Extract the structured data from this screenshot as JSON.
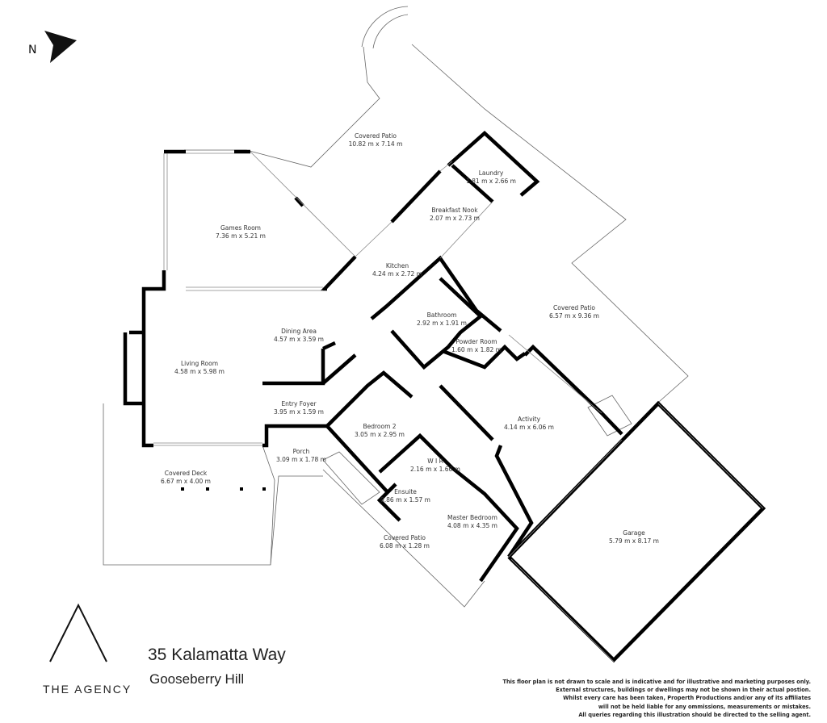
{
  "rooms": [
    {
      "name": "Covered Patio",
      "dims": "10.82 m x 7.14 m"
    },
    {
      "name": "Laundry",
      "dims": "1.81 m x 2.66 m"
    },
    {
      "name": "Breakfast Nook",
      "dims": "2.07 m x 2.73 m"
    },
    {
      "name": "Games Room",
      "dims": "7.36 m x 5.21 m"
    },
    {
      "name": "Kitchen",
      "dims": "4.24 m x 2.72 m"
    },
    {
      "name": "Covered Patio",
      "dims": "6.57 m x 9.36 m"
    },
    {
      "name": "Bathroom",
      "dims": "2.92 m x 1.91 m"
    },
    {
      "name": "Dining Area",
      "dims": "4.57 m x 3.59 m"
    },
    {
      "name": "Powder Room",
      "dims": "1.60 m x 1.82 m"
    },
    {
      "name": "Living Room",
      "dims": "4.58 m x 5.98 m"
    },
    {
      "name": "Entry Foyer",
      "dims": "3.95 m x 1.59 m"
    },
    {
      "name": "Activity",
      "dims": "4.14 m x 6.06 m"
    },
    {
      "name": "Bedroom 2",
      "dims": "3.05 m x 2.95 m"
    },
    {
      "name": "Porch",
      "dims": "3.09 m x 1.78 m"
    },
    {
      "name": "W I R",
      "dims": "2.16 m x 1.60 m"
    },
    {
      "name": "Covered Deck",
      "dims": "6.67 m x 4.00 m"
    },
    {
      "name": "Ensuite",
      "dims": "0.86 m x 1.57 m"
    },
    {
      "name": "Master Bedroom",
      "dims": "4.08 m x 4.35 m"
    },
    {
      "name": "Garage",
      "dims": "5.79 m x 8.17 m"
    },
    {
      "name": "Covered Patio",
      "dims": "6.08 m x 1.28 m"
    }
  ],
  "address": {
    "street": "35 Kalamatta Way",
    "suburb": "Gooseberry Hill"
  },
  "brand": {
    "name": "THE AGENCY"
  },
  "compass": {
    "label": "N"
  },
  "disclaimer": [
    "This floor plan is not drawn to scale and is indicative and for illustrative and marketing purposes only.",
    "External structures, buildings or dwellings may not be shown in their actual postion.",
    "Whilst every care has been taken, Properth Productions and/or any of its affiliates",
    "will not be held liable for any ommissions, measurements or mistakes.",
    "All queries regarding this illustration should be directed to the selling agent."
  ]
}
